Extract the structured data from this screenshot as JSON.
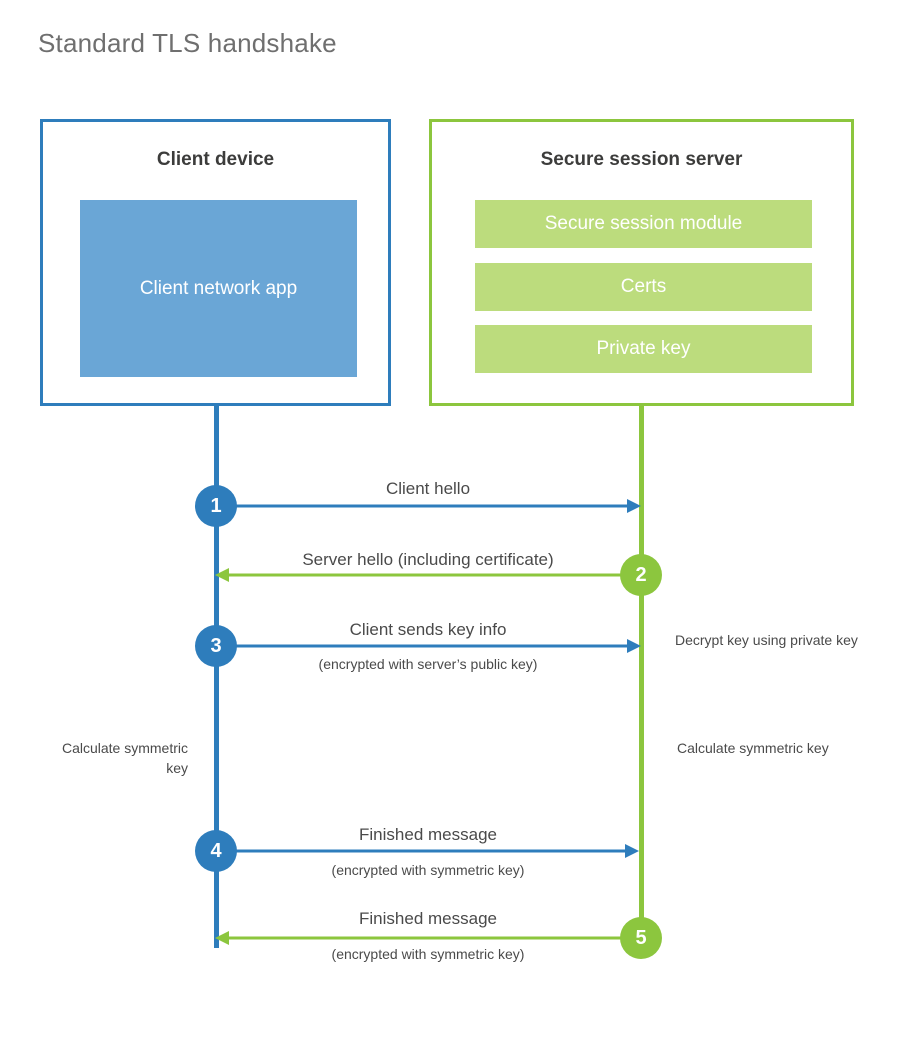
{
  "title": "Standard TLS handshake",
  "colors": {
    "client_accent": "#2e7dbc",
    "client_fill": "#6aa6d6",
    "server_accent": "#8cc63e",
    "server_fill": "#bcdc7d",
    "text": "#4a4a4a",
    "heading": "#6f6f6f",
    "background": "#ffffff"
  },
  "client": {
    "title": "Client device",
    "app_label": "Client network app"
  },
  "server": {
    "title": "Secure session server",
    "blocks": [
      {
        "label": "Secure session module"
      },
      {
        "label": "Certs"
      },
      {
        "label": "Private key"
      }
    ]
  },
  "steps": [
    {
      "number": "1",
      "label": "Client hello",
      "sub": "",
      "direction": "client-to-server",
      "color": "blue"
    },
    {
      "number": "2",
      "label": "Server hello (including certificate)",
      "sub": "",
      "direction": "server-to-client",
      "color": "green"
    },
    {
      "number": "3",
      "label": "Client sends key info",
      "sub": "(encrypted with server’s public key)",
      "direction": "client-to-server",
      "color": "blue"
    },
    {
      "number": "4",
      "label": "Finished message",
      "sub": "(encrypted with symmetric key)",
      "direction": "client-to-server",
      "color": "blue"
    },
    {
      "number": "5",
      "label": "Finished message",
      "sub": "(encrypted with symmetric key)",
      "direction": "server-to-client",
      "color": "green"
    }
  ],
  "annotations": {
    "decrypt_note": "Decrypt key using private key",
    "calc_client": "Calculate symmetric key",
    "calc_server": "Calculate symmetric key"
  }
}
